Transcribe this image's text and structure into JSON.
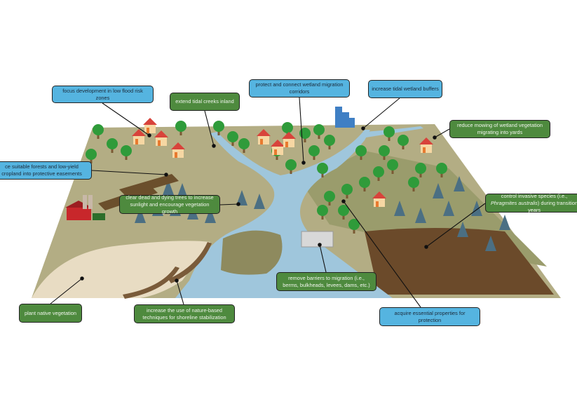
{
  "colors": {
    "blue_label": "#55b4e0",
    "green_label": "#4e8a3e",
    "water": "#9fc6dc",
    "land": "#b3ad84"
  },
  "labels": {
    "focus_development": "focus development in low flood risk zones",
    "extend_creeks": "extend tidal creeks inland",
    "protect_corridors": "protect and connect wetland migration corridors",
    "increase_buffers": "increase tidal wetland buffers",
    "reduce_mowing": "reduce mowing of wetland vegetation migrating into yards",
    "easements": "ce suitable forests and low-yield cropland into protective easements",
    "clear_trees": "clear dead and dying trees to increase sunlight and encourage vegetation growth",
    "invasive_pre": "control invasive species (i.e., ",
    "invasive_species": "Phragmites australis",
    "invasive_post": ") during transition years",
    "remove_barriers": "remove barriers to migration (i.e., berms, bulkheads, levees, dams, etc.)",
    "plant_native": "plant native vegetation",
    "nature_based": "increase the use of nature-based techniques for shoreline stabilization",
    "acquire_properties": "acquire essential properties for protection"
  }
}
